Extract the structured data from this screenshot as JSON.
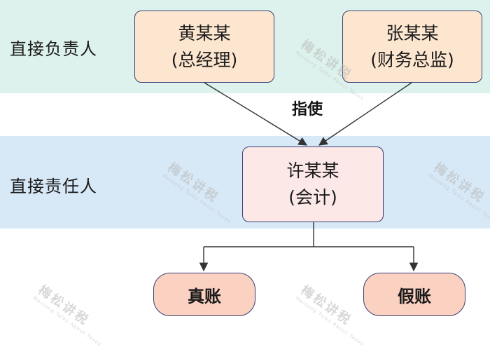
{
  "rows": {
    "top_label": "直接负责人",
    "mid_label": "直接责任人"
  },
  "nodes": {
    "huang": {
      "name": "黄某某",
      "role": "(总经理)"
    },
    "zhang": {
      "name": "张某某",
      "role": "(财务总监)"
    },
    "xu": {
      "name": "许某某",
      "role": "(会计)"
    }
  },
  "edge_label": "指使",
  "outcomes": {
    "real": "真账",
    "fake": "假账"
  },
  "watermark": {
    "text": "梅松讲税",
    "subtext": "Meisong Talks About Taxes"
  }
}
